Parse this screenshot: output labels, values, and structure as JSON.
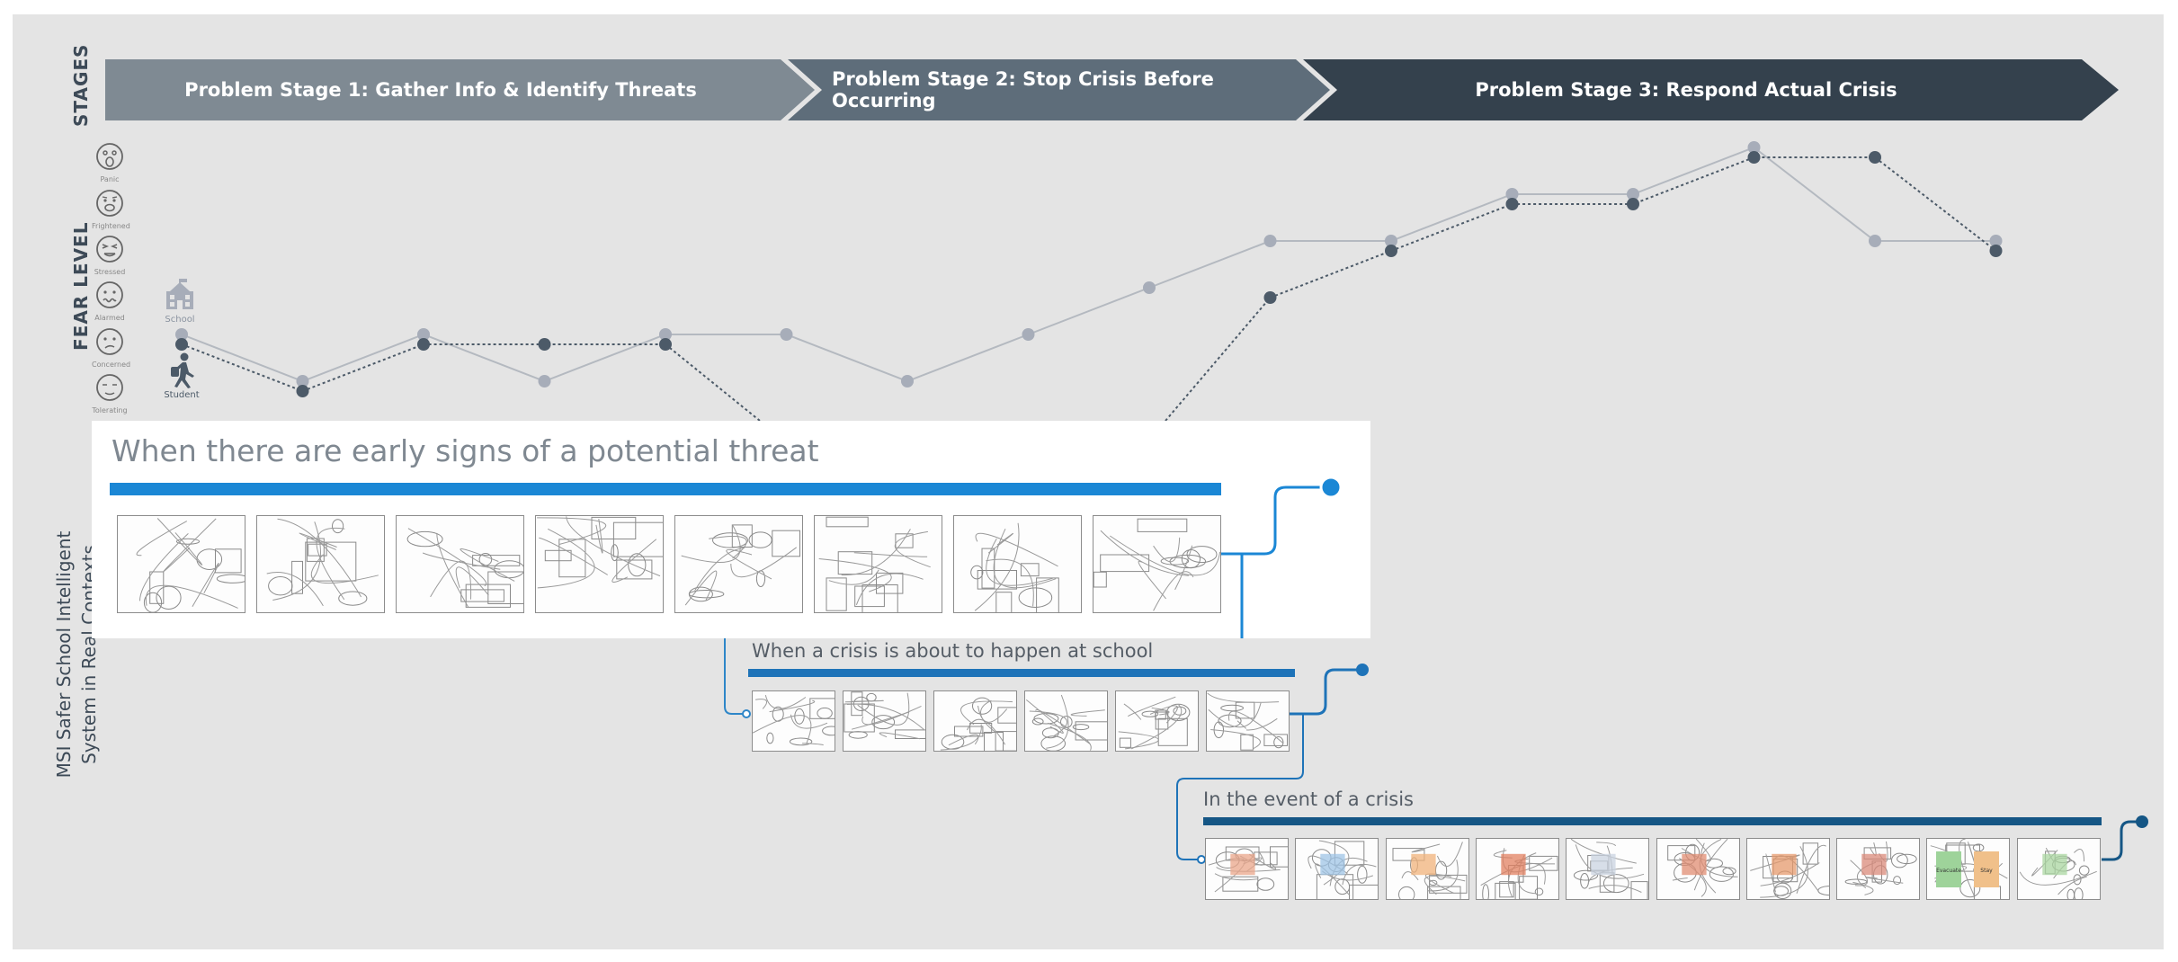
{
  "axis_labels": {
    "stages": "STAGES",
    "fear": "FEAR LEVEL",
    "system": [
      "MSI Safer School Intelligent",
      "System in Real Contexts"
    ]
  },
  "stages": [
    {
      "label": "Problem Stage 1:  Gather Info & Identify Threats",
      "color": "#7f8a93"
    },
    {
      "label": "Problem Stage 2:  Stop Crisis Before Occurring",
      "color": "#5e6d7a"
    },
    {
      "label": "Problem Stage 3: Respond Actual Crisis",
      "color": "#34414d"
    }
  ],
  "fear_levels": [
    {
      "label": "Panic",
      "icon": "panic-face-icon"
    },
    {
      "label": "Frightened",
      "icon": "frightened-face-icon"
    },
    {
      "label": "Stressed",
      "icon": "stressed-face-icon"
    },
    {
      "label": "Alarmed",
      "icon": "alarmed-face-icon"
    },
    {
      "label": "Concerned",
      "icon": "concerned-face-icon"
    },
    {
      "label": "Tolerating",
      "icon": "tolerating-face-icon"
    }
  ],
  "legend": {
    "school": {
      "label": "School",
      "icon": "school-building-icon",
      "color": "#a7adb9"
    },
    "student": {
      "label": "Student",
      "icon": "student-walking-icon",
      "color": "#4c5a68"
    }
  },
  "fear_curves": {
    "school": [
      1,
      0,
      1,
      0,
      1,
      1,
      0,
      1,
      2,
      3,
      3,
      4,
      4,
      5,
      3,
      3
    ],
    "student": [
      1,
      0,
      1,
      1,
      1,
      null,
      null,
      null,
      null,
      2,
      3,
      4,
      4,
      5,
      5,
      3
    ]
  },
  "sections": [
    {
      "title": "When there are early signs of a potential threat",
      "color": "#1b87d5",
      "thumb_count": 8
    },
    {
      "title": "When a crisis is about to happen at school",
      "color": "#1e73b8",
      "thumb_count": 6
    },
    {
      "title": "In the event of a crisis",
      "color": "#155685",
      "thumb_count": 10
    }
  ],
  "crisis_thumbs": {
    "highlights": [
      "#e9a68a",
      "#9fc4e6",
      "#f0b27a",
      "#e28060",
      "#c9d3e0",
      "#e08c72",
      "#e69a6c",
      "#d98a7a",
      "#9ed39a",
      "#a9d6a0"
    ],
    "thumb8_labels": [
      "Evacuate",
      "Stay"
    ]
  }
}
